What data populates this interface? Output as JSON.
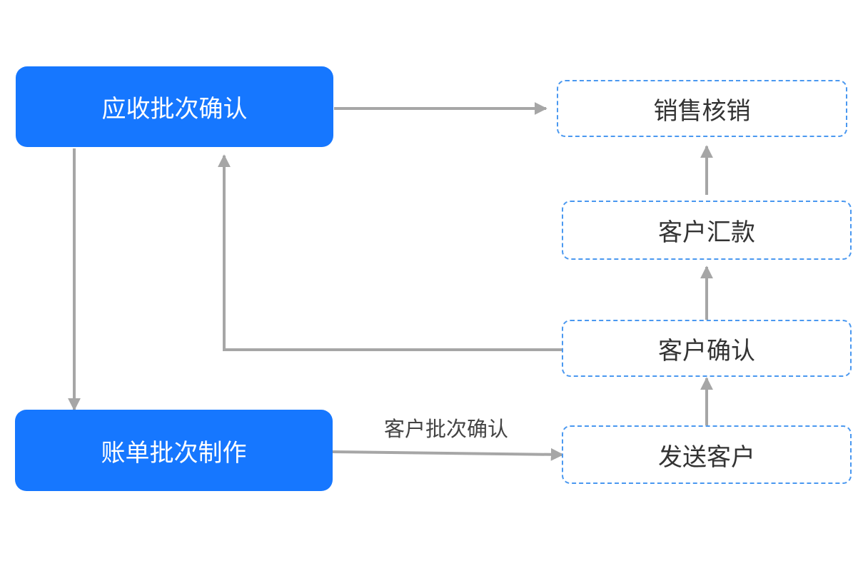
{
  "diagram": {
    "nodes": {
      "receivable_batch_confirm": "应收批次确认",
      "bill_batch_create": "账单批次制作",
      "sales_writeoff": "销售核销",
      "customer_remittance": "客户汇款",
      "customer_confirm": "客户确认",
      "send_customer": "发送客户"
    },
    "edge_labels": {
      "customer_batch_confirm": "客户批次确认"
    },
    "colors": {
      "primary_node": "#1677ff",
      "dashed_border": "#4a98f0",
      "arrow": "#a6a6a6"
    }
  }
}
